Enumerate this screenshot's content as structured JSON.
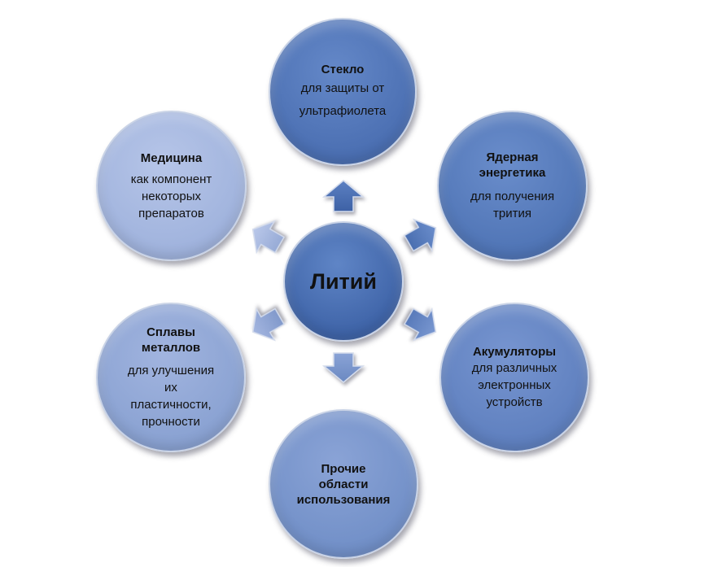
{
  "center": {
    "title": "Литий"
  },
  "nodes": {
    "glass": {
      "title": "Стекло",
      "desc": [
        "для защиты от",
        "ультрафиолета"
      ]
    },
    "nuclear": {
      "title": [
        "Ядерная",
        "энергетика"
      ],
      "desc": [
        "для получения",
        "трития"
      ]
    },
    "battery": {
      "title": "Акумуляторы",
      "desc": [
        "для различных",
        "электронных",
        "устройств"
      ]
    },
    "other": {
      "title": [
        "Прочие",
        "области",
        "использования"
      ]
    },
    "alloys": {
      "title": [
        "Сплавы",
        "металлов"
      ],
      "desc": [
        "для улучшения",
        "их",
        "пластичности,",
        "прочности"
      ]
    },
    "medicine": {
      "title": "Медицина",
      "desc": [
        "как компонент",
        "некоторых",
        "препаратов"
      ]
    }
  },
  "colors": {
    "center": "#4a6eb0",
    "glass": "#4b6fb2",
    "nuclear": "#5075b6",
    "battery": "#5f80bf",
    "other": "#7290c8",
    "alloys": "#8aa2d2",
    "medicine": "#a0b3dd",
    "arrow_up": "#3f64a8",
    "arrow_down": "#7290c8"
  }
}
